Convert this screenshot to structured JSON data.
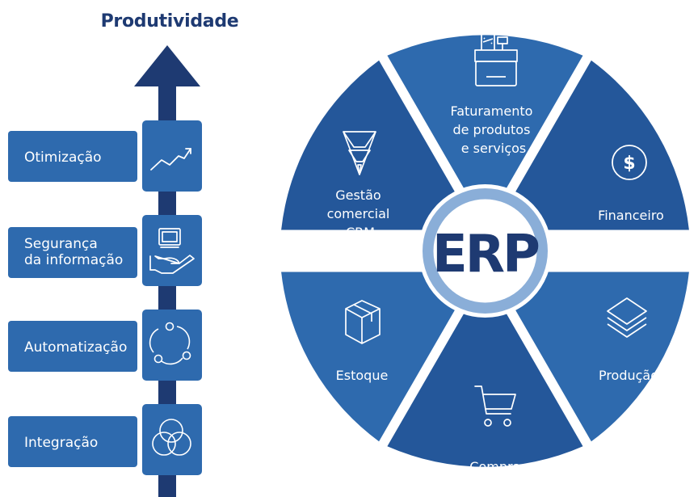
{
  "productivity": {
    "title": "Produtividade",
    "items": [
      {
        "label": "Otimização",
        "icon": "trend-chart-icon"
      },
      {
        "label": [
          "Segurança",
          "da informação"
        ],
        "icon": "secure-computer-hand-icon"
      },
      {
        "label": "Automatização",
        "icon": "cycle-icon"
      },
      {
        "label": "Integração",
        "icon": "venn-circles-icon"
      }
    ]
  },
  "erp": {
    "center": "ERP",
    "sectors": [
      {
        "label": [
          "Faturamento",
          "de produtos",
          "e serviços"
        ],
        "icon": "cash-register-icon"
      },
      {
        "label": [
          "Financeiro"
        ],
        "icon": "dollar-coin-icon"
      },
      {
        "label": [
          "Produção"
        ],
        "icon": "stacked-layers-icon"
      },
      {
        "label": [
          "Compras"
        ],
        "icon": "shopping-cart-icon"
      },
      {
        "label": [
          "Estoque"
        ],
        "icon": "box-icon"
      },
      {
        "label": [
          "Gestão",
          "comercial",
          "CRM"
        ],
        "icon": "funnel-icon"
      }
    ]
  },
  "colors": {
    "navy": "#1e3a72",
    "dark_blue": "#24579a",
    "mid_blue": "#2e6aae",
    "light_ring": "#8aaed8"
  }
}
